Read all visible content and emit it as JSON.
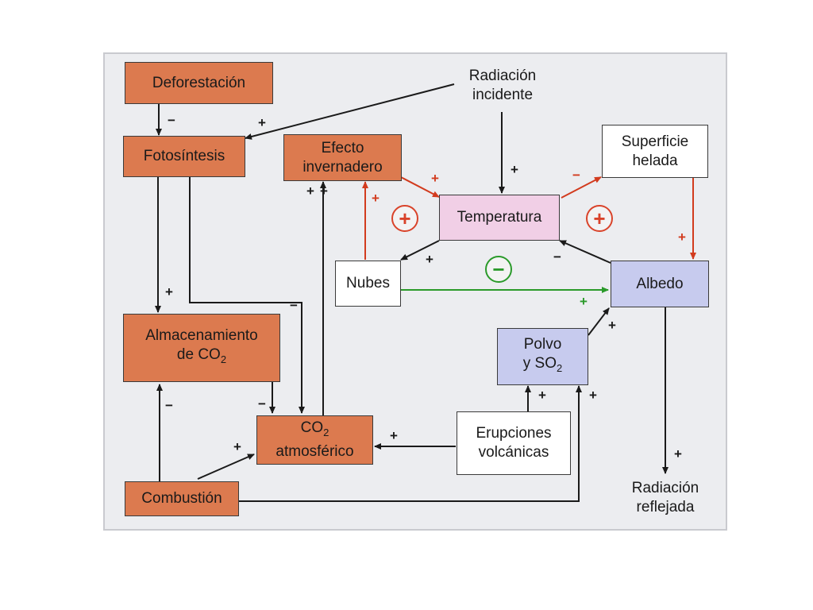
{
  "nodes": {
    "deforestacion": "Deforestación",
    "fotosintesis": "Fotosíntesis",
    "efecto_line1": "Efecto",
    "efecto_line2": "invernadero",
    "radiacion_incidente_line1": "Radiación",
    "radiacion_incidente_line2": "incidente",
    "superficie_line1": "Superficie",
    "superficie_line2": "helada",
    "temperatura": "Temperatura",
    "nubes": "Nubes",
    "albedo": "Albedo",
    "almacenamiento_line1": "Almacenamiento",
    "almacenamiento_line2": "de CO",
    "polvo_line1": "Polvo",
    "polvo_line2": "y SO",
    "co2_line1": "CO",
    "co2_line2": "atmosférico",
    "erupciones_line1": "Erupciones",
    "erupciones_line2": "volcánicas",
    "combustion": "Combustión",
    "radiacion_reflejada_line1": "Radiación",
    "radiacion_reflejada_line2": "reflejada",
    "subscript_2": "2"
  },
  "signs": {
    "plus": "+",
    "minus": "−"
  },
  "loops": {
    "positive": "+",
    "negative": "−"
  },
  "colors": {
    "orange": "#dc7a4f",
    "pink": "#f1cfe6",
    "blue": "#c7cbee",
    "red_arrow": "#d23b1e",
    "green_arrow": "#2a9a2a",
    "black_arrow": "#1a1a1a"
  }
}
